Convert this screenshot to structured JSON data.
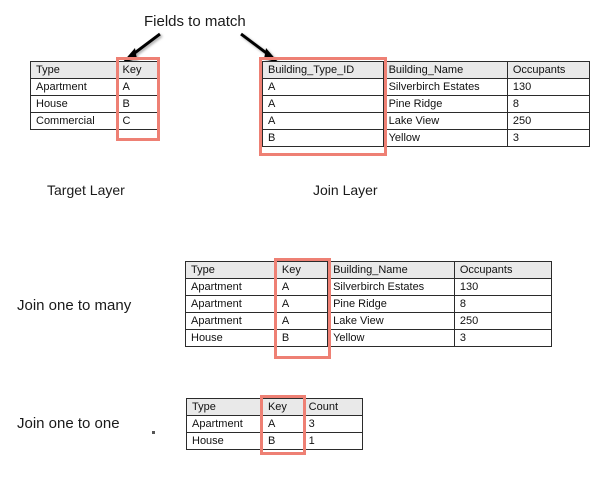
{
  "annotations": {
    "fields_to_match": "Fields to match",
    "target_layer": "Target Layer",
    "join_layer": "Join Layer",
    "join_one_to_many": "Join one to many",
    "join_one_to_one": "Join one to one"
  },
  "colors": {
    "highlight_red": "#ee8074",
    "divider_blue": "#4472c4",
    "header_fill": "#e9e9e9",
    "border": "#2b2b2b",
    "arrow": "#000000"
  },
  "target_table": {
    "headers": [
      "Type",
      "Key"
    ],
    "rows": [
      [
        "Apartment",
        "A"
      ],
      [
        "House",
        "B"
      ],
      [
        "Commercial",
        "C"
      ]
    ]
  },
  "join_table": {
    "headers": [
      "Building_Type_ID",
      "Building_Name",
      "Occupants"
    ],
    "rows": [
      [
        "A",
        "Silverbirch Estates",
        "130"
      ],
      [
        "A",
        "Pine Ridge",
        "8"
      ],
      [
        "A",
        "Lake View",
        "250"
      ],
      [
        "B",
        "Yellow",
        "3"
      ]
    ]
  },
  "one_to_many_table": {
    "headers": [
      "Type",
      "Key",
      "Building_Name",
      "Occupants"
    ],
    "rows": [
      [
        "Apartment",
        "A",
        "Silverbirch Estates",
        "130"
      ],
      [
        "Apartment",
        "A",
        "Pine Ridge",
        "8"
      ],
      [
        "Apartment",
        "A",
        "Lake View",
        "250"
      ],
      [
        "House",
        "B",
        "Yellow",
        "3"
      ]
    ]
  },
  "one_to_one_table": {
    "headers": [
      "Type",
      "Key",
      "Count"
    ],
    "rows": [
      [
        "Apartment",
        "A",
        "3"
      ],
      [
        "House",
        "B",
        "1"
      ]
    ]
  }
}
